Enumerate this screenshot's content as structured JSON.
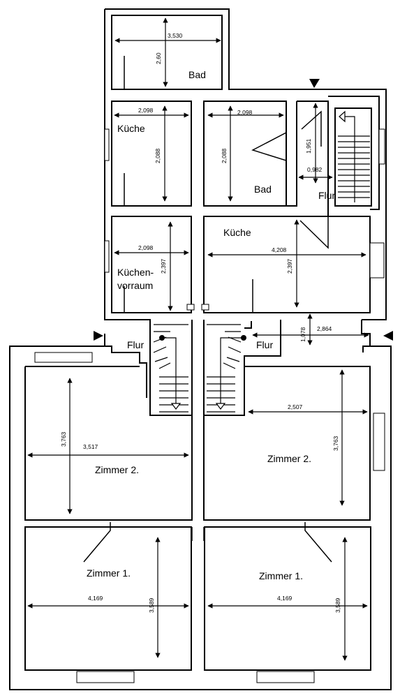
{
  "rooms": {
    "bad_top": "Bad",
    "kueche_left": "Küche",
    "bad_mid": "Bad",
    "flur_right_top": "Flur",
    "kueche_right": "Küche",
    "kuechen_1": "Küchen-",
    "kuechen_2": "vorraum",
    "flur_left": "Flur",
    "flur_right": "Flur",
    "zimmer2_left": "Zimmer 2.",
    "zimmer2_right": "Zimmer 2.",
    "zimmer1_left": "Zimmer 1.",
    "zimmer1_right": "Zimmer 1."
  },
  "dimensions": {
    "bad_w": "3,530",
    "bad_h": "2,60",
    "kl_w": "2,098",
    "kl_h": "2,088",
    "bm_w": "2,098",
    "bm_h": "2,088",
    "flur_h": "1,951",
    "flur_w": "0,982",
    "kv_w": "2,098",
    "kv_h": "2,397",
    "kr_w": "4,208",
    "kr_h": "2,397",
    "fr_h": "1,078",
    "fr_w": "2,864",
    "z2r_w": "2,507",
    "z2r_h": "3,763",
    "z2l_h": "3,763",
    "z2l_w": "3,517",
    "z1l_w": "4,169",
    "z1l_h": "3,589",
    "z1r_w": "4,169",
    "z1r_h": "3,589"
  }
}
